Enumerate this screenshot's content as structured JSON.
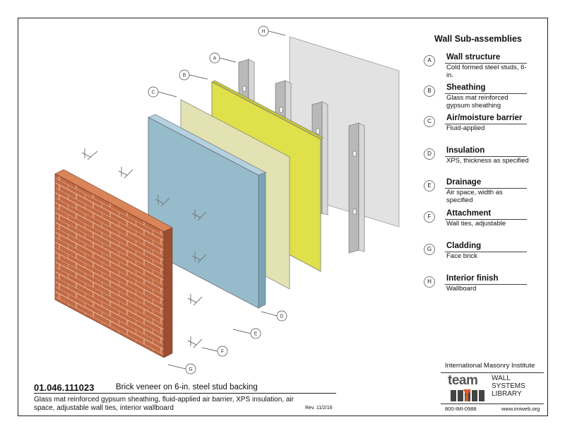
{
  "legend": {
    "title": "Wall Sub-assemblies",
    "items": [
      {
        "letter": "A",
        "title": "Wall structure",
        "desc": "Cold formed steel studs, 6-in."
      },
      {
        "letter": "B",
        "title": "Sheathing",
        "desc": "Glass mat reinforced gypsum sheathing"
      },
      {
        "letter": "C",
        "title": "Air/moisture barrier",
        "desc": "Fluid-applied"
      },
      {
        "letter": "D",
        "title": "Insulation",
        "desc": "XPS, thickness as specified"
      },
      {
        "letter": "E",
        "title": "Drainage",
        "desc": "Air space, width as specified"
      },
      {
        "letter": "F",
        "title": "Attachment",
        "desc": "Wall ties, adjustable"
      },
      {
        "letter": "G",
        "title": "Cladding",
        "desc": "Face brick"
      },
      {
        "letter": "H",
        "title": "Interior finish",
        "desc": "Wallboard"
      }
    ]
  },
  "footer": {
    "code": "01.046.111023",
    "title": "Brick veneer on 6-in. steel stud backing",
    "description": "Glass mat reinforced gypsum sheathing, fluid-applied air barrier, XPS insulation, air space, adjustable wall ties, interior wallboard",
    "revision": "Rev. 11/2/16"
  },
  "publisher": {
    "name": "International Masonry Institute",
    "logo_word": "team",
    "logo_text": [
      "WALL",
      "SYSTEMS",
      "LIBRARY"
    ],
    "phone": "800-IMI-0988",
    "website": "www.imiweb.org"
  },
  "colors": {
    "wallboard": "#e2e2e2",
    "sheathing": "#dfe04a",
    "barrier": "#e2e2b2",
    "insulation": "#96bccc",
    "brick": "#c26a44",
    "stud": "#b8b8b8"
  }
}
